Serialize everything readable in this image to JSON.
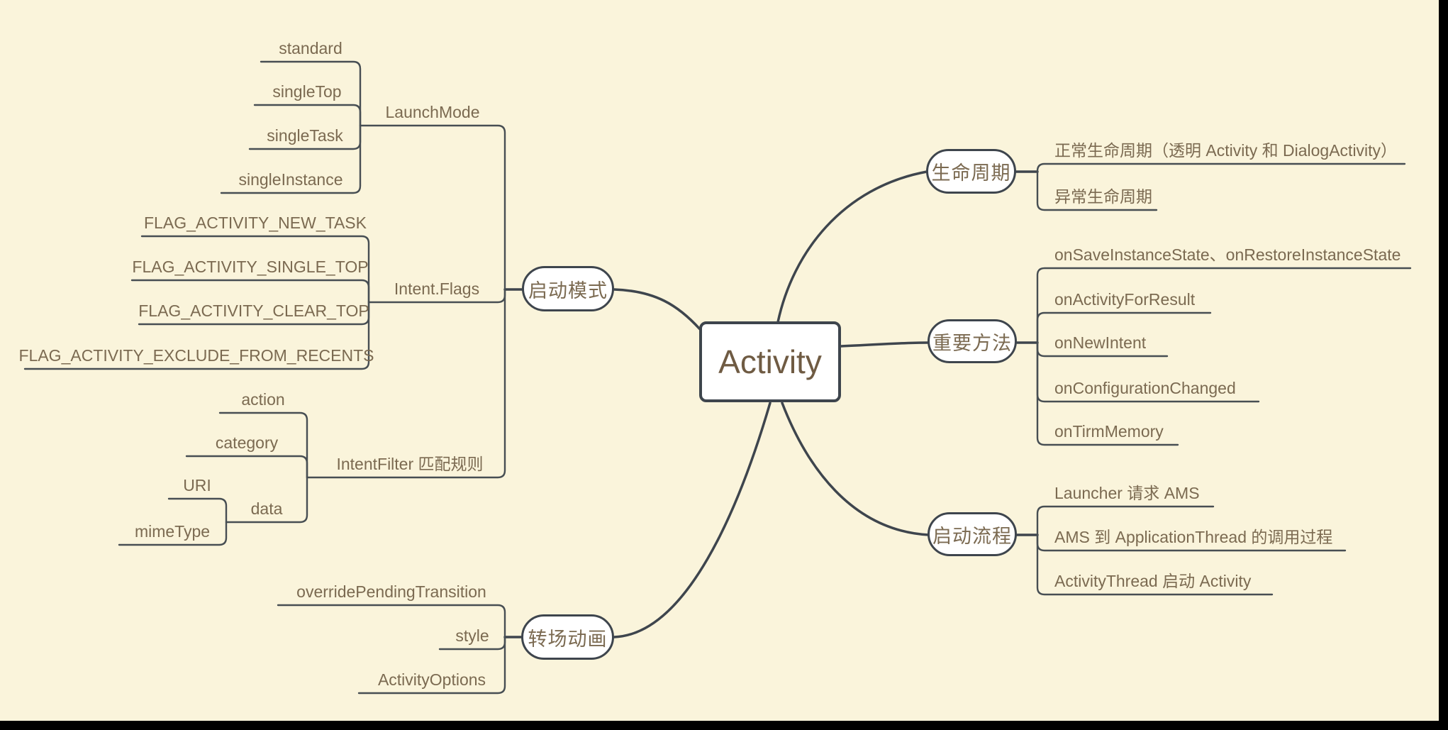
{
  "background": {
    "canvas_color": "#FAF4DB",
    "frame_color": "#000000",
    "line_color": "#3E454D",
    "text_color": "#7B6A51"
  },
  "root": {
    "label": "Activity"
  },
  "branches": {
    "launch_mode": {
      "label": "启动模式",
      "children": {
        "launchmode": {
          "label": "LaunchMode",
          "children": {
            "standard": {
              "label": "standard"
            },
            "singletop": {
              "label": "singleTop"
            },
            "singletask": {
              "label": "singleTask"
            },
            "singleinstance": {
              "label": "singleInstance"
            }
          }
        },
        "intent_flags": {
          "label": "Intent.Flags",
          "children": {
            "new_task": {
              "label": "FLAG_ACTIVITY_NEW_TASK"
            },
            "single_top": {
              "label": "FLAG_ACTIVITY_SINGLE_TOP"
            },
            "clear_top": {
              "label": "FLAG_ACTIVITY_CLEAR_TOP"
            },
            "exclude_from_recents": {
              "label": "FLAG_ACTIVITY_EXCLUDE_FROM_RECENTS"
            }
          }
        },
        "intent_filter": {
          "label": "IntentFilter 匹配规则",
          "children": {
            "action": {
              "label": "action"
            },
            "category": {
              "label": "category"
            },
            "data": {
              "label": "data",
              "children": {
                "uri": {
                  "label": "URI"
                },
                "mimetype": {
                  "label": "mimeType"
                }
              }
            }
          }
        }
      }
    },
    "lifecycle": {
      "label": "生命周期",
      "children": {
        "normal": {
          "label": "正常生命周期（透明 Activity 和 DialogActivity）"
        },
        "abnormal": {
          "label": "异常生命周期"
        }
      }
    },
    "key_methods": {
      "label": "重要方法",
      "children": {
        "save_restore": {
          "label": "onSaveInstanceState、onRestoreInstanceState"
        },
        "activity_for_result": {
          "label": "onActivityForResult"
        },
        "new_intent": {
          "label": "onNewIntent"
        },
        "configuration_changed": {
          "label": "onConfigurationChanged"
        },
        "tirm_memory": {
          "label": "onTirmMemory"
        }
      }
    },
    "start_process": {
      "label": "启动流程",
      "children": {
        "launcher_ams": {
          "label": "Launcher 请求 AMS"
        },
        "ams_applicationthread": {
          "label": "AMS 到 ApplicationThread 的调用过程"
        },
        "activitythread_start": {
          "label": "ActivityThread 启动 Activity"
        }
      }
    },
    "transition": {
      "label": "转场动画",
      "children": {
        "override_pending_transition": {
          "label": "overridePendingTransition"
        },
        "style": {
          "label": "style"
        },
        "activity_options": {
          "label": "ActivityOptions"
        }
      }
    }
  }
}
